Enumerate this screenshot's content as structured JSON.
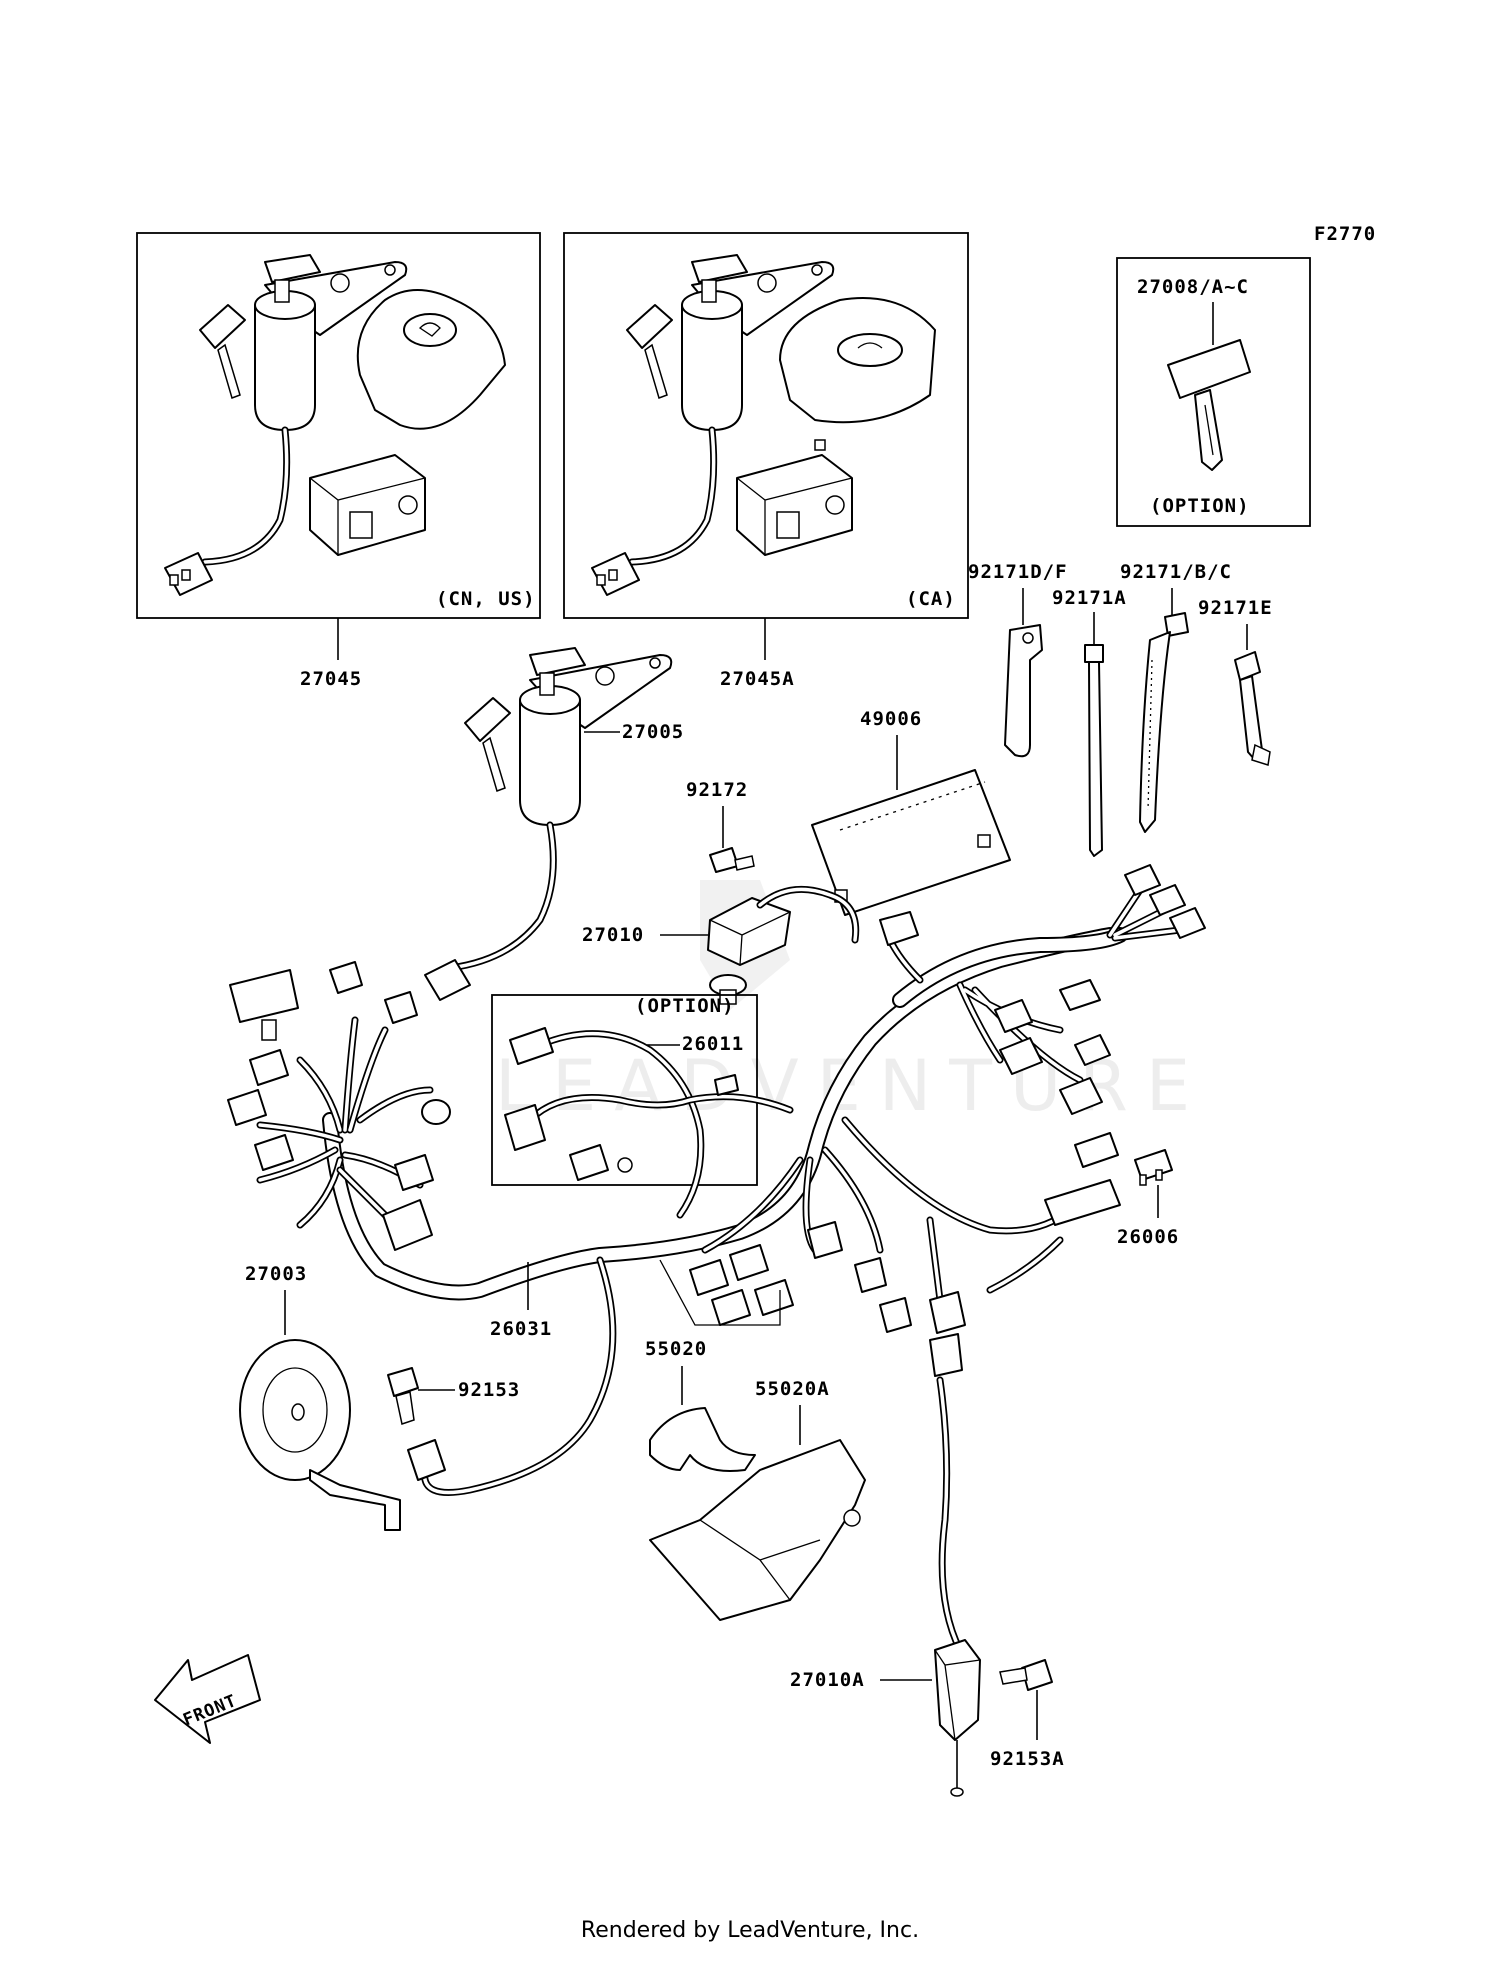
{
  "figure_code": "F2770",
  "footer": "Rendered by LeadVenture, Inc.",
  "boxes": {
    "left_region": "(CN, US)",
    "right_region": "(CA)",
    "key_option": "(OPTION)",
    "harness_option": "(OPTION)"
  },
  "parts": {
    "p27045": "27045",
    "p27045A": "27045A",
    "p27008": "27008/A~C",
    "p27005": "27005",
    "p49006": "49006",
    "p92172": "92172",
    "p27010": "27010",
    "p26011": "26011",
    "p92171DF": "92171D/F",
    "p92171A": "92171A",
    "p92171BC": "92171/B/C",
    "p92171E": "92171E",
    "p26006": "26006",
    "p27003": "27003",
    "p26031": "26031",
    "p92153": "92153",
    "p55020": "55020",
    "p55020A": "55020A",
    "p27010A": "27010A",
    "p92153A": "92153A"
  },
  "front_arrow": "FRONT"
}
